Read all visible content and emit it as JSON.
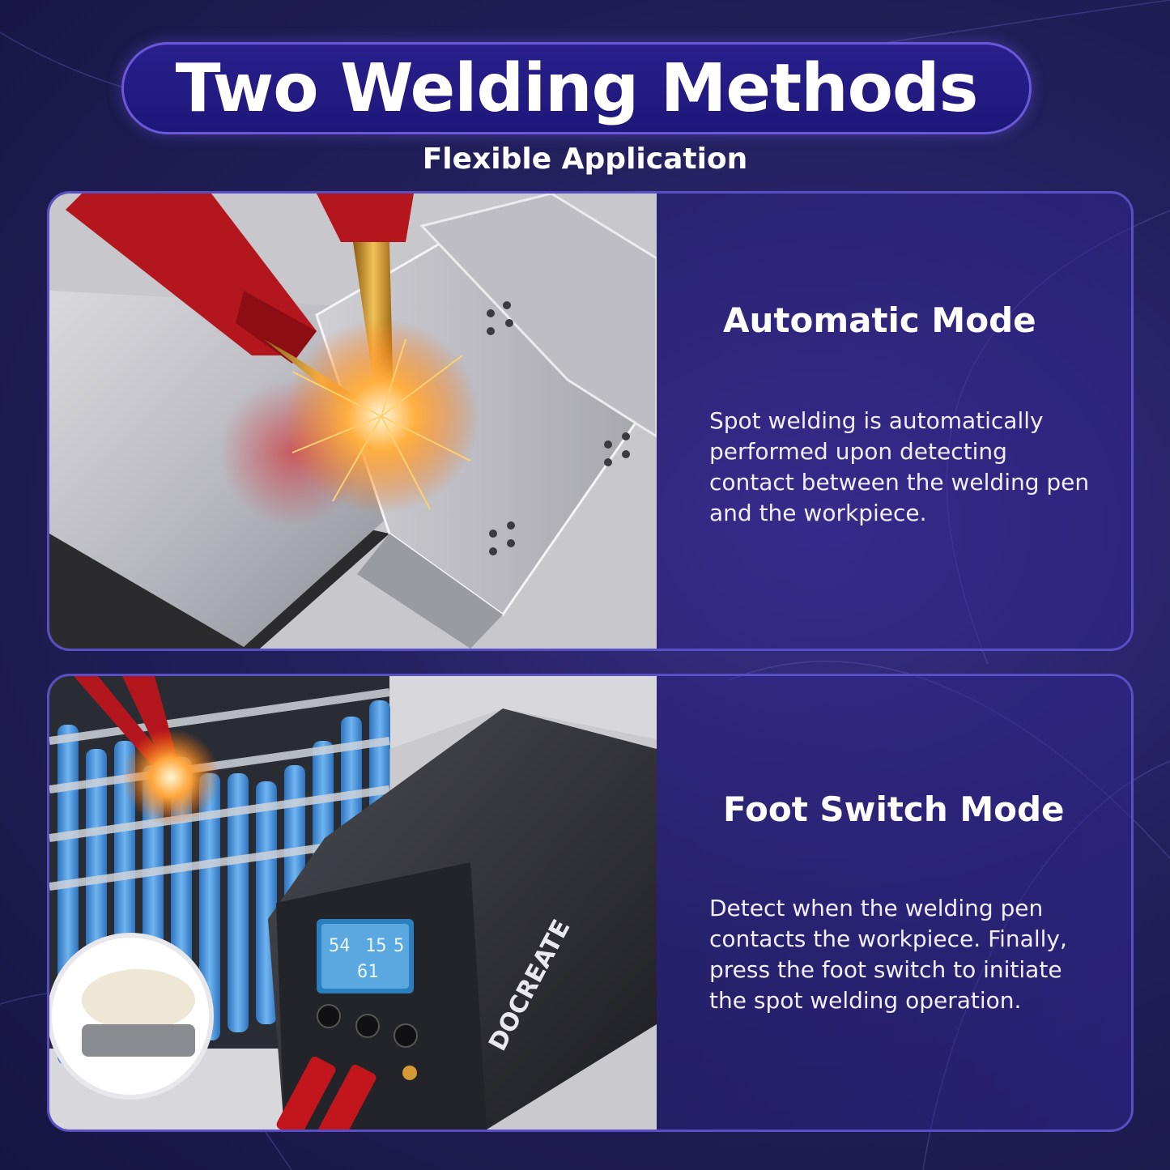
{
  "header": {
    "title": "Two Welding Methods",
    "subtitle": "Flexible Application"
  },
  "modes": [
    {
      "title": "Automatic Mode",
      "description": "Spot welding is automatically performed upon detecting contact between the welding pen and the workpiece."
    },
    {
      "title": "Foot Switch Mode",
      "description": "Detect when the welding pen contacts the workpiece. Finally, press the foot switch to initiate the spot welding operation."
    }
  ],
  "device": {
    "brand": "DOCREATE",
    "display": [
      "54",
      "15",
      "5",
      "61"
    ]
  },
  "colors": {
    "background": "#24205e",
    "accent_border": "#5a4ec4",
    "pill_fill": "#2a1f8c",
    "pen_red": "#b3161c",
    "electrode_gold": "#d9a030",
    "battery_blue": "#3d8fd6"
  }
}
